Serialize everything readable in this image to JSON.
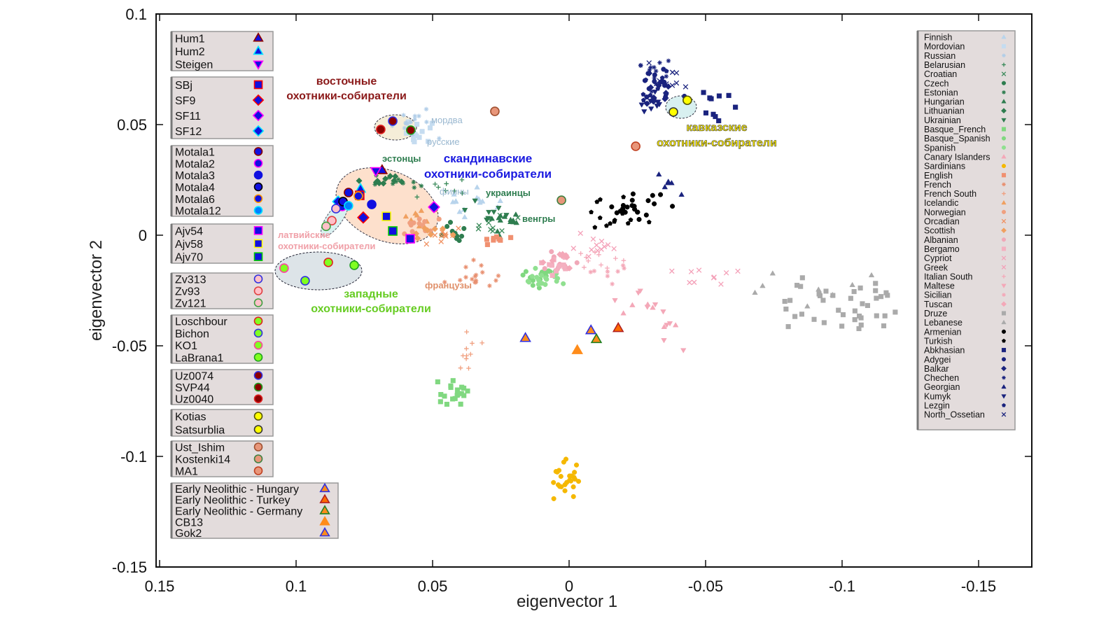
{
  "chart_data": {
    "type": "scatter",
    "xlabel": "eigenvector 1",
    "ylabel": "eigenvector 2",
    "xlim": [
      0.15,
      -0.17
    ],
    "ylim": [
      -0.15,
      0.1
    ],
    "xticks": [
      "0.15",
      "0.1",
      "0.05",
      "0",
      "-0.05",
      "-0.1",
      "-0.15"
    ],
    "xtick_values": [
      0.15,
      0.1,
      0.05,
      0,
      -0.05,
      -0.1,
      -0.15
    ],
    "yticks": [
      "0.1",
      "0.05",
      "0",
      "-0.05",
      "-0.1",
      "-0.15"
    ],
    "ytick_values": [
      0.1,
      0.05,
      0,
      -0.05,
      -0.1,
      -0.15
    ],
    "ancient_legend": [
      [
        {
          "label": "Hum1",
          "shape": "triangle",
          "fill": "#1010e0",
          "stroke": "#8b0000",
          "x": 0.0685,
          "y": 0.0294
        },
        {
          "label": "Hum2",
          "shape": "triangle",
          "fill": "#1010e0",
          "stroke": "#00e5ff",
          "x": 0.0764,
          "y": 0.021
        },
        {
          "label": "Steigen",
          "shape": "tri-down",
          "fill": "#1010e0",
          "stroke": "#ff00ff",
          "x": 0.0708,
          "y": 0.029
        }
      ],
      [
        {
          "label": "SBj",
          "shape": "square",
          "fill": "#1010e0",
          "stroke": "#ff0000",
          "x": 0.0767,
          "y": 0.018
        },
        {
          "label": "SF9",
          "shape": "diamond",
          "fill": "#1010e0",
          "stroke": "#ff0000",
          "x": 0.0754,
          "y": 0.008
        },
        {
          "label": "SF11",
          "shape": "diamond",
          "fill": "#1010e0",
          "stroke": "#ff00ff",
          "x": 0.0495,
          "y": 0.0127
        },
        {
          "label": "SF12",
          "shape": "diamond",
          "fill": "#1010e0",
          "stroke": "#00e5ff",
          "x": 0.0846,
          "y": 0.0152
        }
      ],
      [
        {
          "label": "Motala1",
          "shape": "circle",
          "fill": "#1010e0",
          "stroke": "#8b0000",
          "x": 0.0808,
          "y": 0.0193
        },
        {
          "label": "Motala2",
          "shape": "circle",
          "fill": "#1010e0",
          "stroke": "#ff00ff",
          "x": 0.0831,
          "y": 0.013
        },
        {
          "label": "Motala3",
          "shape": "circle",
          "fill": "#1010e0",
          "stroke": "#1010e0",
          "x": 0.0723,
          "y": 0.0139
        },
        {
          "label": "Motala4",
          "shape": "circle",
          "fill": "#1010e0",
          "stroke": "#000000",
          "x": 0.0828,
          "y": 0.0152
        },
        {
          "label": "Motala6",
          "shape": "circle",
          "fill": "#1010e0",
          "stroke": "#ff9900",
          "x": 0.0772,
          "y": 0.0177
        },
        {
          "label": "Motala12",
          "shape": "circle",
          "fill": "#0080ff",
          "stroke": "#00e5ff",
          "x": 0.0808,
          "y": 0.0133
        }
      ],
      [
        {
          "label": "Ajv54",
          "shape": "square",
          "fill": "#1010e0",
          "stroke": "#ff00ff",
          "x": 0.0582,
          "y": -0.0016
        },
        {
          "label": "Ajv58",
          "shape": "square",
          "fill": "#1010e0",
          "stroke": "#ffff00",
          "x": 0.0669,
          "y": 0.0085
        },
        {
          "label": "Ajv70",
          "shape": "square",
          "fill": "#1010e0",
          "stroke": "#00cc00",
          "x": 0.0646,
          "y": 0.0019
        }
      ],
      [
        {
          "label": "Zv313",
          "shape": "circle",
          "fill": "#ffc0c8",
          "stroke": "#3030e0",
          "x": 0.0854,
          "y": 0.012
        },
        {
          "label": "Zv93",
          "shape": "circle",
          "fill": "#ffc0c8",
          "stroke": "#e04040",
          "x": 0.0869,
          "y": 0.0066
        },
        {
          "label": "Zv121",
          "shape": "circle",
          "fill": "#ffc0c8",
          "stroke": "#40a040",
          "x": 0.089,
          "y": 0.004
        }
      ],
      [
        {
          "label": "Loschbour",
          "shape": "circle",
          "fill": "#80ff20",
          "stroke": "#e02020",
          "x": 0.0882,
          "y": -0.0123
        },
        {
          "label": "Bichon",
          "shape": "circle",
          "fill": "#80ff20",
          "stroke": "#3030e0",
          "x": 0.0967,
          "y": -0.0206
        },
        {
          "label": "KO1",
          "shape": "circle",
          "fill": "#80ff20",
          "stroke": "#ff40a0",
          "x": 0.1044,
          "y": -0.0149
        },
        {
          "label": "LaBrana1",
          "shape": "circle",
          "fill": "#80ff20",
          "stroke": "#20a020",
          "x": 0.0787,
          "y": -0.0136
        }
      ],
      [
        {
          "label": "Uz0074",
          "shape": "circle",
          "fill": "#8b0000",
          "stroke": "#3030e0",
          "x": 0.0646,
          "y": 0.0516
        },
        {
          "label": "SVP44",
          "shape": "circle",
          "fill": "#8b0000",
          "stroke": "#20a020",
          "x": 0.058,
          "y": 0.0475
        },
        {
          "label": "Uz0040",
          "shape": "circle",
          "fill": "#8b0000",
          "stroke": "#e02020",
          "x": 0.069,
          "y": 0.0478
        }
      ],
      [
        {
          "label": "Kotias",
          "shape": "circle",
          "fill": "#ffff00",
          "stroke": "#555500",
          "x": -0.0433,
          "y": 0.061
        },
        {
          "label": "Satsurblia",
          "shape": "circle",
          "fill": "#ffff00",
          "stroke": "#333333",
          "x": -0.0382,
          "y": 0.0557
        }
      ],
      [
        {
          "label": "Ust_Ishim",
          "shape": "circle",
          "fill": "#e8967a",
          "stroke": "#a05030",
          "x": 0.0272,
          "y": 0.056
        },
        {
          "label": "Kostenki14",
          "shape": "circle",
          "fill": "#e8967a",
          "stroke": "#408040",
          "x": 0.0028,
          "y": 0.0158
        },
        {
          "label": "MA1",
          "shape": "circle",
          "fill": "#e8967a",
          "stroke": "#c04020",
          "x": -0.0244,
          "y": 0.0402
        }
      ],
      [
        {
          "label": "Early Neolithic - Hungary",
          "shape": "triangle",
          "fill": "#ff8c1a",
          "stroke": "#3030e0",
          "x": -0.008,
          "y": -0.043
        },
        {
          "label": "Early Neolithic - Turkey",
          "shape": "triangle",
          "fill": "#ff6a00",
          "stroke": "#b02020",
          "x": -0.018,
          "y": -0.042
        },
        {
          "label": "Early Neolithic - Germany",
          "shape": "triangle",
          "fill": "#ff8c1a",
          "stroke": "#208020",
          "x": -0.01,
          "y": -0.047
        },
        {
          "label": "CB13",
          "shape": "triangle",
          "fill": "#ff8c1a",
          "stroke": "#ff8c1a",
          "x": -0.003,
          "y": -0.052
        },
        {
          "label": "Gok2",
          "shape": "triangle",
          "fill": "#ff8c1a",
          "stroke": "#3030e0",
          "x": 0.016,
          "y": -0.0465
        }
      ]
    ],
    "modern_legend": [
      {
        "label": "Finnish",
        "shape": "triangle",
        "color": "#b8d4ec",
        "c": [
          0.034,
          0.016
        ],
        "s": [
          0.008,
          0.004
        ],
        "n": 14
      },
      {
        "label": "Mordovian",
        "shape": "square",
        "color": "#c5dcf0",
        "c": [
          0.053,
          0.048
        ],
        "s": [
          0.005,
          0.004
        ],
        "n": 12
      },
      {
        "label": "Russian",
        "shape": "star",
        "color": "#b0cde8",
        "c": [
          0.056,
          0.052
        ],
        "s": [
          0.006,
          0.006
        ],
        "n": 14
      },
      {
        "label": "Belarusian",
        "shape": "plus",
        "color": "#3a8a5a",
        "c": [
          0.048,
          0.022
        ],
        "s": [
          0.008,
          0.004
        ],
        "n": 8
      },
      {
        "label": "Croatian",
        "shape": "x",
        "color": "#3a8a5a",
        "c": [
          0.028,
          0.004
        ],
        "s": [
          0.006,
          0.003
        ],
        "n": 10
      },
      {
        "label": "Czech",
        "shape": "circle",
        "color": "#2e7d4f",
        "c": [
          0.042,
          0.002
        ],
        "s": [
          0.004,
          0.004
        ],
        "n": 12
      },
      {
        "label": "Estonian",
        "shape": "star",
        "color": "#2e7d4f",
        "c": [
          0.063,
          0.025
        ],
        "s": [
          0.006,
          0.003
        ],
        "n": 10
      },
      {
        "label": "Hungarian",
        "shape": "triangle",
        "color": "#2e7d4f",
        "c": [
          0.024,
          0.004
        ],
        "s": [
          0.005,
          0.004
        ],
        "n": 14
      },
      {
        "label": "Lithuanian",
        "shape": "diamond",
        "color": "#2e7d4f",
        "c": [
          0.066,
          0.024
        ],
        "s": [
          0.006,
          0.002
        ],
        "n": 10
      },
      {
        "label": "Ukrainian",
        "shape": "tri-down",
        "color": "#2e7d4f",
        "c": [
          0.03,
          0.012
        ],
        "s": [
          0.006,
          0.004
        ],
        "n": 8
      },
      {
        "label": "Basque_French",
        "shape": "square",
        "color": "#80d880",
        "c": [
          0.042,
          -0.071
        ],
        "s": [
          0.005,
          0.004
        ],
        "n": 20
      },
      {
        "label": "Basque_Spanish",
        "shape": "circle",
        "color": "#80d880",
        "c": [
          0.012,
          -0.019
        ],
        "s": [
          0.005,
          0.004
        ],
        "n": 16
      },
      {
        "label": "Spanish",
        "shape": "circle",
        "color": "#90e090",
        "c": [
          0.012,
          -0.02
        ],
        "s": [
          0.007,
          0.004
        ],
        "n": 18
      },
      {
        "label": "Canary Islanders",
        "shape": "triangle",
        "color": "#f4a8b8",
        "c": [
          -0.03,
          -0.04
        ],
        "s": [
          0.008,
          0.008
        ],
        "n": 6
      },
      {
        "label": "Sardinians",
        "shape": "circle",
        "color": "#f5b800",
        "c": [
          0.0005,
          -0.112
        ],
        "s": [
          0.003,
          0.006
        ],
        "n": 26
      },
      {
        "label": "English",
        "shape": "square",
        "color": "#f09070",
        "c": [
          0.026,
          -0.002
        ],
        "s": [
          0.004,
          0.002
        ],
        "n": 8
      },
      {
        "label": "French",
        "shape": "star",
        "color": "#e89070",
        "c": [
          0.035,
          -0.018
        ],
        "s": [
          0.006,
          0.006
        ],
        "n": 16
      },
      {
        "label": "French South",
        "shape": "plus",
        "color": "#f0a080",
        "c": [
          0.036,
          -0.05
        ],
        "s": [
          0.005,
          0.008
        ],
        "n": 10
      },
      {
        "label": "Icelandic",
        "shape": "triangle",
        "color": "#f0a060",
        "c": [
          0.054,
          0.01
        ],
        "s": [
          0.004,
          0.004
        ],
        "n": 8
      },
      {
        "label": "Norwegian",
        "shape": "circle",
        "color": "#f0a080",
        "c": [
          0.053,
          0.005
        ],
        "s": [
          0.005,
          0.004
        ],
        "n": 12
      },
      {
        "label": "Orcadian",
        "shape": "x",
        "color": "#f09060",
        "c": [
          0.045,
          0.0
        ],
        "s": [
          0.005,
          0.003
        ],
        "n": 10
      },
      {
        "label": "Scottish",
        "shape": "diamond",
        "color": "#f0a060",
        "c": [
          0.05,
          0.002
        ],
        "s": [
          0.005,
          0.003
        ],
        "n": 8
      },
      {
        "label": "Albanian",
        "shape": "circle",
        "color": "#f0a8b8",
        "c": [
          0.004,
          -0.013
        ],
        "s": [
          0.004,
          0.004
        ],
        "n": 10
      },
      {
        "label": "Bergamo",
        "shape": "square",
        "color": "#f4b0c0",
        "c": [
          0.004,
          -0.014
        ],
        "s": [
          0.005,
          0.004
        ],
        "n": 10
      },
      {
        "label": "Cypriot",
        "shape": "x",
        "color": "#f4a0b8",
        "c": [
          -0.05,
          -0.02
        ],
        "s": [
          0.01,
          0.004
        ],
        "n": 10
      },
      {
        "label": "Greek",
        "shape": "x",
        "color": "#f4a0b8",
        "c": [
          -0.008,
          -0.006
        ],
        "s": [
          0.006,
          0.004
        ],
        "n": 12
      },
      {
        "label": "Italian South",
        "shape": "plus",
        "color": "#f4a8b8",
        "c": [
          -0.01,
          -0.012
        ],
        "s": [
          0.006,
          0.004
        ],
        "n": 10
      },
      {
        "label": "Maltese",
        "shape": "tri-down",
        "color": "#f4a8b8",
        "c": [
          -0.03,
          -0.035
        ],
        "s": [
          0.008,
          0.01
        ],
        "n": 10
      },
      {
        "label": "Sicilian",
        "shape": "star",
        "color": "#f4a8b8",
        "c": [
          -0.015,
          -0.016
        ],
        "s": [
          0.008,
          0.004
        ],
        "n": 8
      },
      {
        "label": "Tuscan",
        "shape": "diamond",
        "color": "#f4a8b8",
        "c": [
          0.003,
          -0.011
        ],
        "s": [
          0.004,
          0.003
        ],
        "n": 8
      },
      {
        "label": "Druze",
        "shape": "square",
        "color": "#aaaaaa",
        "c": [
          -0.1,
          -0.032
        ],
        "s": [
          0.018,
          0.008
        ],
        "n": 40
      },
      {
        "label": "Lebanese",
        "shape": "triangle",
        "color": "#aaaaaa",
        "c": [
          -0.085,
          -0.025
        ],
        "s": [
          0.02,
          0.01
        ],
        "n": 8
      },
      {
        "label": "Armenian",
        "shape": "circle",
        "color": "#000000",
        "c": [
          -0.026,
          0.014
        ],
        "s": [
          0.008,
          0.005
        ],
        "n": 22
      },
      {
        "label": "Turkish",
        "shape": "pentagon",
        "color": "#000000",
        "c": [
          -0.02,
          0.01
        ],
        "s": [
          0.01,
          0.008
        ],
        "n": 14
      },
      {
        "label": "Abkhasian",
        "shape": "square",
        "color": "#1a237e",
        "c": [
          -0.052,
          0.058
        ],
        "s": [
          0.007,
          0.008
        ],
        "n": 10
      },
      {
        "label": "Adygei",
        "shape": "circle",
        "color": "#1a237e",
        "c": [
          -0.034,
          0.07
        ],
        "s": [
          0.005,
          0.007
        ],
        "n": 12
      },
      {
        "label": "Balkar",
        "shape": "diamond",
        "color": "#1a237e",
        "c": [
          -0.033,
          0.065
        ],
        "s": [
          0.005,
          0.006
        ],
        "n": 10
      },
      {
        "label": "Chechen",
        "shape": "star",
        "color": "#1a237e",
        "c": [
          -0.033,
          0.072
        ],
        "s": [
          0.005,
          0.006
        ],
        "n": 12
      },
      {
        "label": "Georgian",
        "shape": "triangle",
        "color": "#1a237e",
        "c": [
          -0.036,
          0.024
        ],
        "s": [
          0.004,
          0.004
        ],
        "n": 6
      },
      {
        "label": "Kumyk",
        "shape": "tri-down",
        "color": "#1a237e",
        "c": [
          -0.03,
          0.062
        ],
        "s": [
          0.005,
          0.005
        ],
        "n": 10
      },
      {
        "label": "Lezgin",
        "shape": "pentagon",
        "color": "#1a237e",
        "c": [
          -0.032,
          0.066
        ],
        "s": [
          0.005,
          0.006
        ],
        "n": 10
      },
      {
        "label": "North_Ossetian",
        "shape": "x",
        "color": "#1a237e",
        "c": [
          -0.038,
          0.07
        ],
        "s": [
          0.006,
          0.006
        ],
        "n": 10
      }
    ],
    "annotations": {
      "east": [
        "восточные",
        "охотники-собиратели"
      ],
      "mordva": "мордва",
      "russians": "русские",
      "estonians": "эстонцы",
      "scand": [
        "скандинавские",
        "охотники-собиратели"
      ],
      "finns": "финны",
      "ukrainians": "украинцы",
      "hungarians": "венгры",
      "latvian": [
        "латвийские",
        "охотники-собиратели"
      ],
      "french": "французы",
      "west": [
        "западные",
        "охотники-собиратели"
      ],
      "caucasus": [
        "кавказские",
        "охотники-собиратели"
      ]
    },
    "annotation_colors": {
      "east": "#8b1a1a",
      "scand": "#1a1ae0",
      "green": "#2e7d4f",
      "lightblue": "#9ab8d0",
      "pink": "#f0a0a8",
      "west": "#66cc22",
      "french": "#e0906a",
      "caucasus": "#ffee00"
    }
  }
}
